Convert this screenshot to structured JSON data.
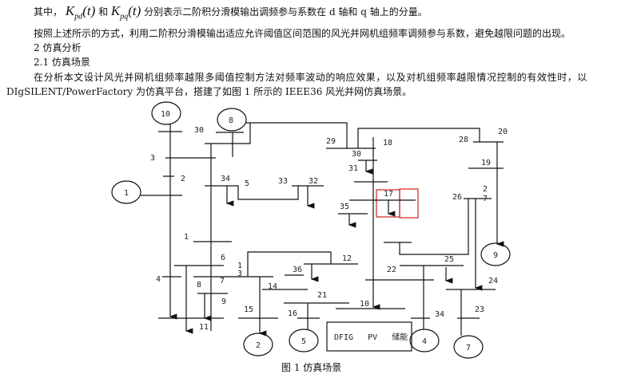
{
  "paragraphs": {
    "line1_prefix": "其中，",
    "math1": "K",
    "math1_sub": "pd",
    "math1_arg": "(t)",
    "and": "和",
    "math2": "K",
    "math2_sub": "pq",
    "math2_arg": "(t)",
    "line1_suffix": "分别表示二阶积分滑模输出调频参与系数在 d 轴和 q 轴上的分量。",
    "line2": "按照上述所示的方式，利用二阶积分滑模输出适应允许阈值区间范围的风光并网机组频率调频参与系数，避免越限问题的出现。",
    "heading2": "2 仿真分析",
    "heading21": "2.1 仿真场景",
    "line5": "在分析本文设计风光并网机组频率越限多阈值控制方法对频率波动的响应效果，以及对机组频率越限情况控制的有效性时，以",
    "line6": "DIgSILENT/PowerFactory 为仿真平台，搭建了如图 1 所示的 IEEE36 风光并网仿真场景。"
  },
  "figure": {
    "caption": "图 1 仿真场景",
    "generators": [
      "10",
      "8",
      "1",
      "9",
      "2",
      "5",
      "4",
      "7"
    ],
    "source_box": "DFIG   PV   储能",
    "bus_labels": [
      "30",
      "3",
      "2",
      "34",
      "5",
      "33",
      "32",
      "1",
      "29",
      "30",
      "31",
      "18",
      "28",
      "20",
      "19",
      "17",
      "35",
      "26",
      "2",
      "7",
      "6",
      "4",
      "7",
      "1",
      "3",
      "8",
      "9",
      "11",
      "12",
      "36",
      "14",
      "21",
      "15",
      "16",
      "10",
      "25",
      "22",
      "24",
      "23",
      "34"
    ],
    "highlight_color": "#cc2222"
  }
}
